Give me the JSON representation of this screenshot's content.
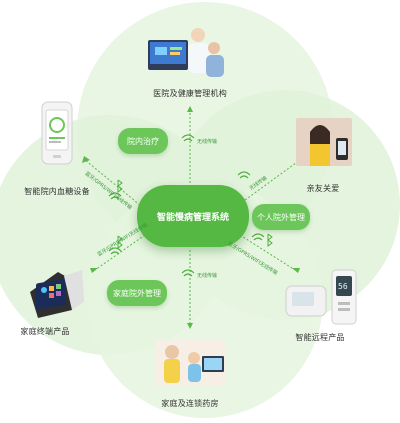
{
  "center": {
    "label": "智能慢病管理系统"
  },
  "pills": {
    "in_hospital": "院内治疗",
    "out_of_hospital": "个人院外管理",
    "home_management": "家庭院外管理"
  },
  "nodes": {
    "hospital": "医院及健康管理机构",
    "glucose_device": "智能院内血糖设备",
    "family": "亲友关爱",
    "home_terminal": "家庭终端产品",
    "remote_product": "智能远程产品",
    "pharmacy": "家庭及连锁药房"
  },
  "connectors": {
    "wireless": "无线传输",
    "wireless_network": "蓝牙/GPRS/WIFI无线传输",
    "wireless_network_2": "蓝牙/GPRS/WIFI无线传输",
    "wireless_family": "无线传输",
    "wireless_network_3": "蓝牙/GPRS/WIFI无线传输",
    "wireless_pharmacy": "无线传输"
  },
  "device_display": {
    "reading": "56"
  },
  "colors": {
    "accent": "#54b843",
    "circle": "#dff1d8",
    "circle_edge": "#cbe8c1"
  }
}
